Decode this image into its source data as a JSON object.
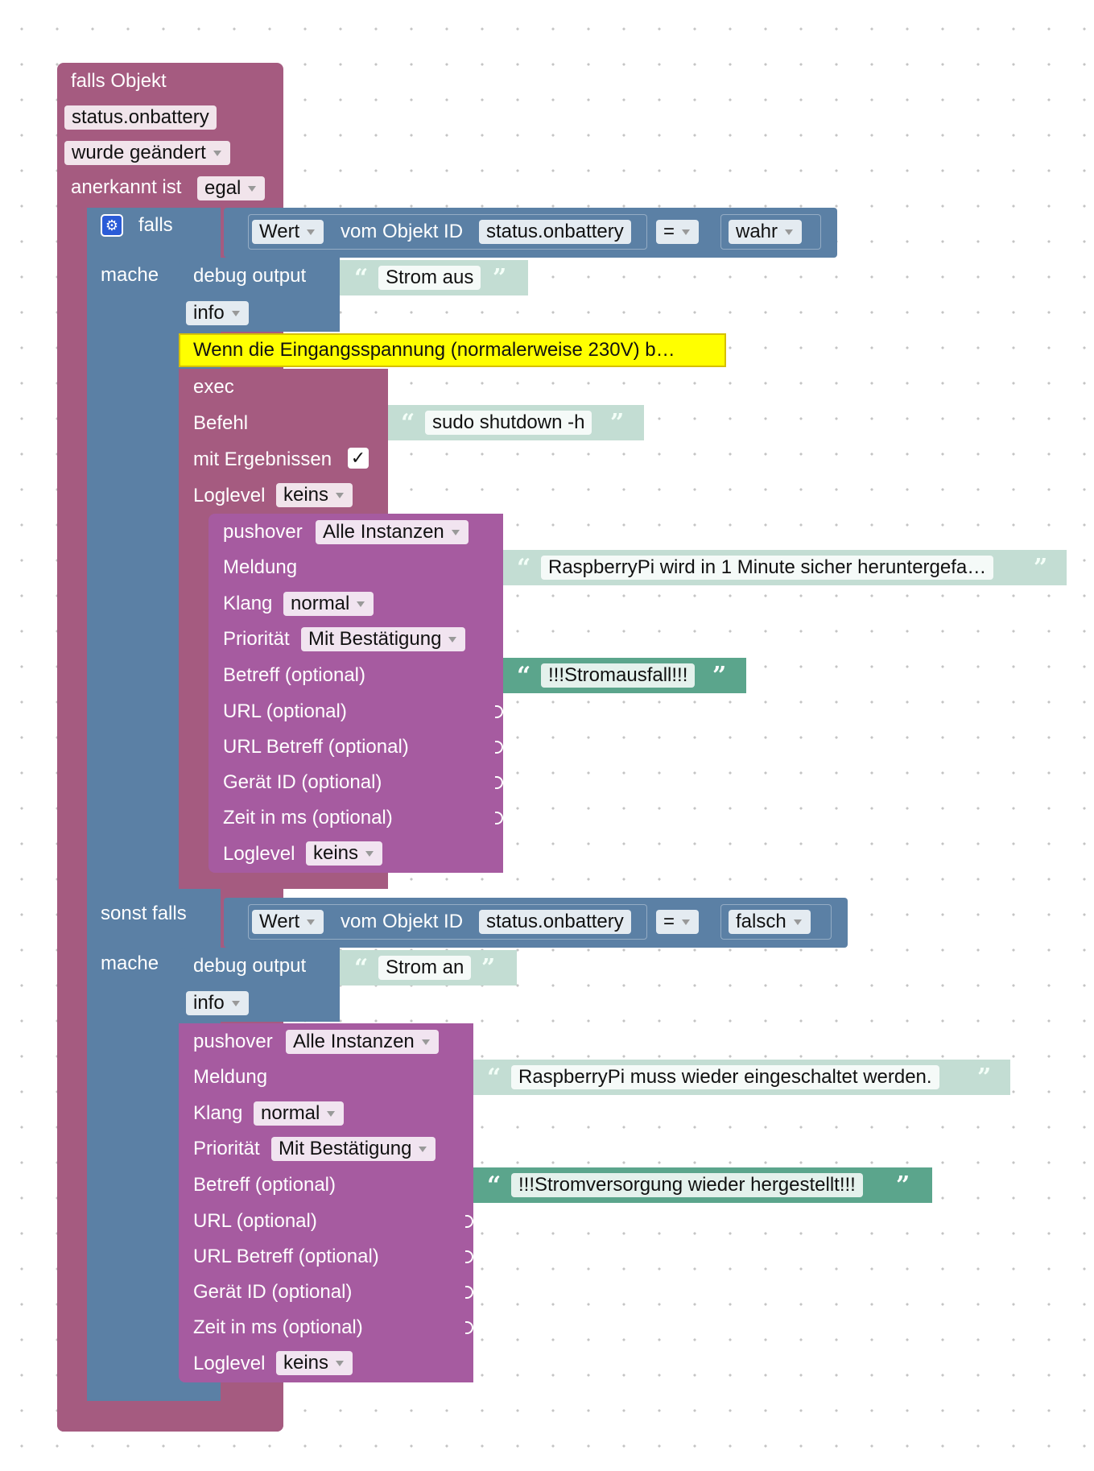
{
  "trigger": {
    "title": "falls Objekt",
    "object_id": "status.onbattery",
    "event": "wurde geändert",
    "ack_label": "anerkannt ist",
    "ack_value": "egal"
  },
  "if_block": {
    "if_label": "falls",
    "do_label": "mache",
    "elseif_label": "sonst falls",
    "condition1": {
      "value_label": "Wert",
      "object_label": "vom Objekt ID",
      "object_id": "status.onbattery",
      "operator": "=",
      "compare": "wahr"
    },
    "condition2": {
      "value_label": "Wert",
      "object_label": "vom Objekt ID",
      "object_id": "status.onbattery",
      "operator": "=",
      "compare": "falsch"
    }
  },
  "branch1": {
    "debug": {
      "label": "debug output",
      "text": "Strom aus",
      "level": "info"
    },
    "comment": "Wenn die Eingangsspannung (normalerweise 230V) b…",
    "exec": {
      "label": "exec",
      "command_label": "Befehl",
      "command": "sudo shutdown -h",
      "results_label": "mit Ergebnissen",
      "results_checked": "✓",
      "loglevel_label": "Loglevel",
      "loglevel": "keins"
    },
    "pushover": {
      "label": "pushover",
      "instance": "Alle Instanzen",
      "message_label": "Meldung",
      "message": "RaspberryPi wird in 1 Minute sicher heruntergefa…",
      "sound_label": "Klang",
      "sound": "normal",
      "priority_label": "Priorität",
      "priority": "Mit Bestätigung",
      "subject_label": "Betreff (optional)",
      "subject": "!!!Stromausfall!!!",
      "url_label": "URL (optional)",
      "url_subject_label": "URL Betreff (optional)",
      "device_label": "Gerät ID (optional)",
      "time_label": "Zeit in ms (optional)",
      "loglevel_label": "Loglevel",
      "loglevel": "keins"
    }
  },
  "branch2": {
    "debug": {
      "label": "debug output",
      "text": "Strom an",
      "level": "info"
    },
    "pushover": {
      "label": "pushover",
      "instance": "Alle Instanzen",
      "message_label": "Meldung",
      "message": "RaspberryPi muss wieder eingeschaltet werden.",
      "sound_label": "Klang",
      "sound": "normal",
      "priority_label": "Priorität",
      "priority": "Mit Bestätigung",
      "subject_label": "Betreff (optional)",
      "subject": "!!!Stromversorgung wieder hergestellt!!!",
      "url_label": "URL (optional)",
      "url_subject_label": "URL Betreff (optional)",
      "device_label": "Gerät ID (optional)",
      "time_label": "Zeit in ms (optional)",
      "loglevel_label": "Loglevel",
      "loglevel": "keins"
    }
  },
  "colors": {
    "trigger": "#a55b80",
    "logic": "#5b80a5",
    "debug": "#5b80a5",
    "exec": "#a55b80",
    "pushover": "#a65ba0",
    "text_light": "#c3ddd3",
    "text_dark": "#5ba58c",
    "comment": "#ffff00"
  }
}
